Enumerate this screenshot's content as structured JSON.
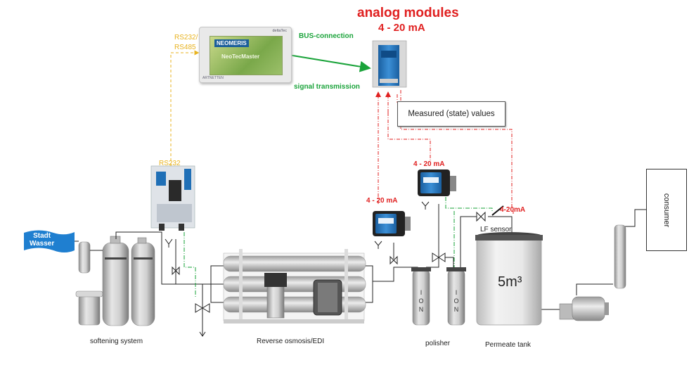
{
  "title": {
    "line1": "analog modules",
    "line2": "4 - 20 mA"
  },
  "connections": {
    "bus": "BUS-connection",
    "signal": "signal transmission",
    "rs232_rs485_line1": "RS232/",
    "rs232_rs485_line2": "RS485",
    "rs232": "RS232"
  },
  "measured_box": "Measured (state) values",
  "signals": {
    "s1": "4 - 20 mA",
    "s2": "4 - 20 mA",
    "s3": "4-20mA"
  },
  "lf_sensor": "LF sensor",
  "source": {
    "line1": "Stadt",
    "line2": "Wasser"
  },
  "controller": {
    "logo": "NEOMERIS",
    "product": "NeoTecMaster",
    "brand": "deltaTec",
    "foot": "ARTNETTEN"
  },
  "ion": {
    "letters": [
      "I",
      "O",
      "N"
    ]
  },
  "tank_volume": "5m³",
  "consumer": "consumer",
  "captions": {
    "softening": "softening system",
    "ro": "Reverse osmosis/EDI",
    "polisher": "polisher",
    "permeate": "Permeate tank"
  },
  "colors": {
    "red": "#e02020",
    "green": "#1aa33a",
    "yellow": "#e8b320",
    "device_blue": "#1f6fb6"
  }
}
